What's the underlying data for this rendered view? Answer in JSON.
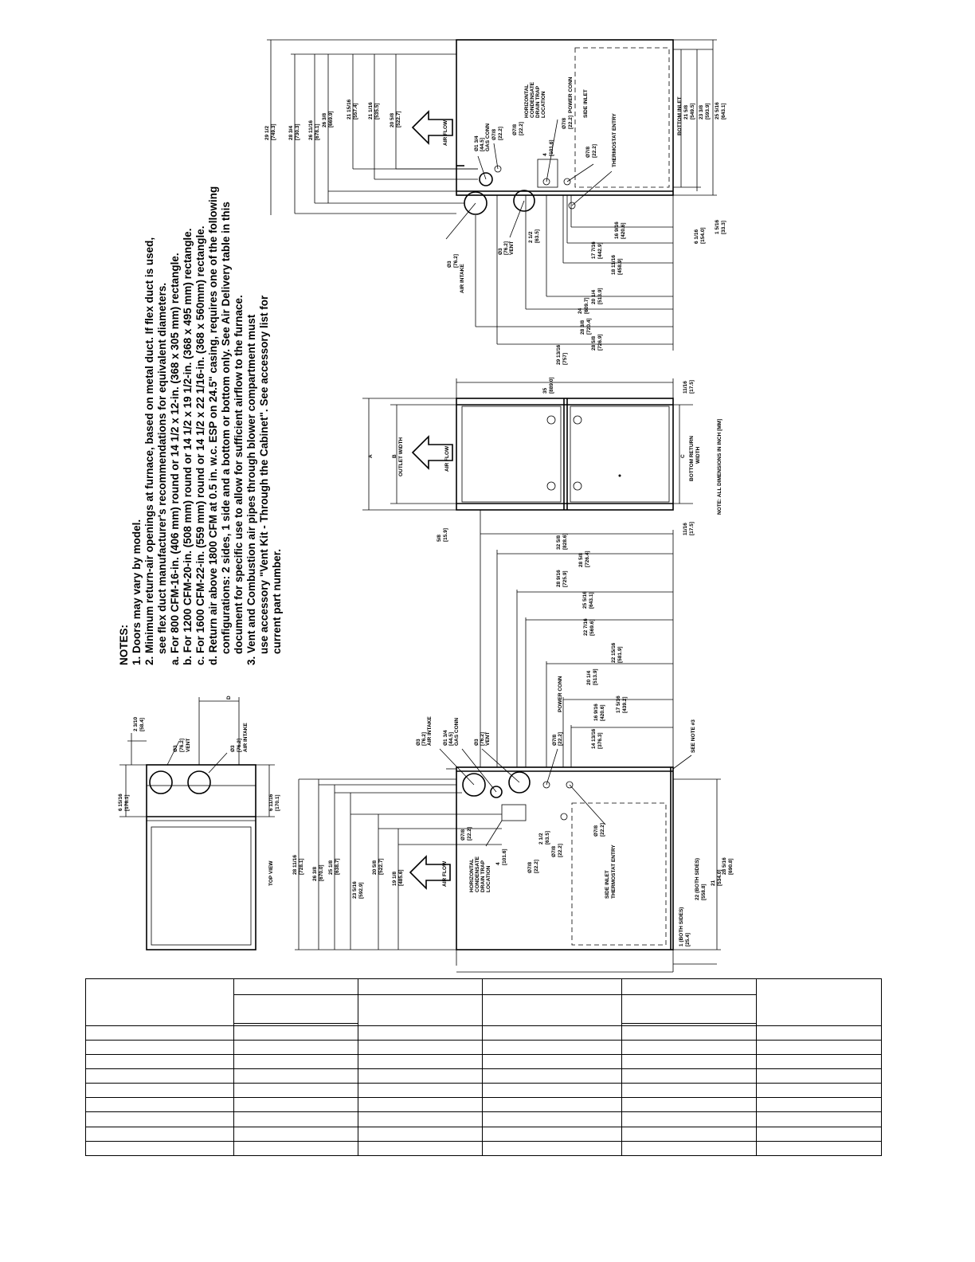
{
  "notes": {
    "heading": "NOTES:",
    "lines": [
      "1. Doors may vary by model.",
      "2. Minimum return-air openings at furnace, based on metal duct. If flex duct is used,",
      "see flex duct manufacturer's recommendations for equivalent diameters.",
      "a. For 800 CFM-16-in. (406 mm) round or 14 1/2 x 12-in. (368 x 305 mm) rectangle.",
      "b. For 1200 CFM-20-in. (508 mm) round or 14 1/2 x 19 1/2-in. (368 x 495 mm) rectangle.",
      "c. For 1600 CFM-22-in. (559 mm) round or 14 1/2 x 22 1/16-in. (368 x 560mm) rectangle.",
      "d. Return air above 1800 CFM at 0.5 in. w.c. ESP on 24.5\" casing, requires one of the following",
      "configurations: 2 sides, 1 side and a bottom or bottom only. See Air Delivery table in this",
      "document for specific use to allow for sufficient airflow to the furnace.",
      "3. Vent and Combustion air pipes through blower compartment must",
      "use accessory \"Vent Kit - Through the Cabinet\". See accessory list for",
      "current part number."
    ]
  },
  "top_view": {
    "title": "TOP VIEW",
    "dim_left": "6 15/16",
    "dim_left_mm": "[176.1]",
    "dim_right": "6 11/16",
    "dim_right_mm": "[170.1]",
    "dim_top": "2 3/10",
    "dim_top_mm": "[58.4]",
    "dim_d": "D",
    "vent": "Ø3",
    "vent_mm": "[76.2]",
    "vent_label": "VENT",
    "intake": "Ø3",
    "intake_mm": "[76.2]",
    "intake_label": "AIR INTAKE"
  },
  "left_side": {
    "air_flow": "AIR FLOW",
    "side_inlet": "SIDE INLET",
    "thermostat": "THERMOSTAT ENTRY",
    "condensate": [
      "HORIZONTAL",
      "CONDENSATE",
      "DRAIN TRAP",
      "LOCATION"
    ],
    "see_note": "SEE NOTE #3",
    "callouts": [
      {
        "t": "Ø3",
        "mm": "[76.2]",
        "l": "AIR INTAKE"
      },
      {
        "t": "Ø1 3/4",
        "mm": "[44.5]",
        "l": "GAS CONN"
      },
      {
        "t": "Ø3",
        "mm": "[76.2]",
        "l": "VENT"
      },
      {
        "t": "Ø7/8",
        "mm": "[22.2]",
        "l": "POWER CONN"
      }
    ],
    "verticals": [
      {
        "t": "28 11/16",
        "mm": "[728.1]"
      },
      {
        "t": "26 3/8",
        "mm": "[670.0]"
      },
      {
        "t": "25 1/8",
        "mm": "[638.7]"
      },
      {
        "t": "23 5/16",
        "mm": "[592.9]"
      },
      {
        "t": "20 5/8",
        "mm": "[522.7]"
      },
      {
        "t": "19 1/8",
        "mm": "[485.6]"
      }
    ],
    "small": [
      {
        "t": "Ø7/8",
        "mm": "[22.2]"
      },
      {
        "t": "4",
        "mm": "[101.6]"
      },
      {
        "t": "Ø7/8",
        "mm": "[22.2]"
      },
      {
        "t": "2 1/2",
        "mm": "[63.5]"
      },
      {
        "t": "Ø7/8",
        "mm": "[22.2]"
      },
      {
        "t": "Ø7/8",
        "mm": "[22.2]"
      }
    ],
    "bottom": [
      {
        "t": "1 (BOTH SIDES)",
        "mm": "[25.4]"
      },
      {
        "t": "22 (BOTH SIDES)",
        "mm": "[558.8]"
      },
      {
        "t": "21",
        "mm": "[534.0]"
      },
      {
        "t": "28 5/16",
        "mm": "[690.8]"
      }
    ],
    "horizontals": [
      {
        "t": "14 13/16",
        "mm": "[376.3]"
      },
      {
        "t": "16 9/16",
        "mm": "[420.6]"
      },
      {
        "t": "17 5/16",
        "mm": "[439.2]"
      },
      {
        "t": "20 1/4",
        "mm": "[513.9]"
      },
      {
        "t": "22 15/16",
        "mm": "[581.9]"
      },
      {
        "t": "22 7/16",
        "mm": "[569.6]"
      },
      {
        "t": "25 5/16",
        "mm": "[643.1]"
      },
      {
        "t": "28 9/16",
        "mm": "[725.9]"
      },
      {
        "t": "28 5/8",
        "mm": "[726.4]"
      },
      {
        "t": "32 5/8",
        "mm": "[828.6]"
      }
    ]
  },
  "front_view": {
    "dim_a": "A",
    "dim_b": "B",
    "outlet": "OUTLET WIDTH",
    "air_flow": "AIR FLOW",
    "dim_c": "C",
    "bottom_return": "BOTTOM RETURN",
    "width": "WIDTH",
    "height": "35",
    "height_mm": "[889.0]",
    "left_small": "5/8",
    "left_small_mm": "[15.9]",
    "right_top": "11/16",
    "right_top_mm": "[17.5]",
    "right_bottom": "11/16",
    "right_bottom_mm": "[17.5]",
    "note_dims": "NOTE: ALL DIMENSIONS IN INCH [MM]"
  },
  "right_side": {
    "air_flow": "AIR FLOW",
    "condensate": [
      "HORIZONTAL",
      "CONDENSATE",
      "DRAIN TRAP",
      "LOCATION"
    ],
    "side_inlet": "SIDE INLET",
    "thermostat": "THERMOSTAT ENTRY",
    "bottom_inlet": "BOTTOM INLET",
    "power": "POWER CONN",
    "air_intake": "AIR INTAKE",
    "verticals": [
      {
        "t": "29 1/2",
        "mm": "[749.3]"
      },
      {
        "t": "28 3/4",
        "mm": "[730.3]"
      },
      {
        "t": "26 11/16",
        "mm": "[678.1]"
      },
      {
        "t": "26 3/8",
        "mm": "[669.9]"
      },
      {
        "t": "21 15/16",
        "mm": "[557.4]"
      },
      {
        "t": "21 1/16",
        "mm": "[535.5]"
      },
      {
        "t": "20 5/8",
        "mm": "[522.7]"
      }
    ],
    "small": [
      {
        "t": "Ø1 3/4",
        "mm": "[44.5]",
        "l": "GAS CONN"
      },
      {
        "t": "Ø7/8",
        "mm": "[22.2]"
      },
      {
        "t": "Ø7/8",
        "mm": "[22.2]"
      },
      {
        "t": "4",
        "mm": "[101.6]"
      },
      {
        "t": "Ø7/8",
        "mm": "[22.2]"
      },
      {
        "t": "Ø7/8",
        "mm": "[22.2]"
      },
      {
        "t": "Ø3",
        "mm": "[76.2]",
        "l": "VENT"
      },
      {
        "t": "2 1/2",
        "mm": "[63.5]"
      },
      {
        "t": "Ø3",
        "mm": "[76.2]"
      }
    ],
    "bottom": [
      {
        "t": "21 5/8",
        "mm": "[549.5]"
      },
      {
        "t": "23 3/8",
        "mm": "[593.9]"
      },
      {
        "t": "25 5/16",
        "mm": "[643.1]"
      },
      {
        "t": "6 1/16",
        "mm": "[154.0]"
      },
      {
        "t": "1 5/16",
        "mm": "[33.3]"
      }
    ],
    "horizontals": [
      {
        "t": "17 7/16",
        "mm": "[442.9]"
      },
      {
        "t": "16 9/16",
        "mm": "[420.6]"
      },
      {
        "t": "18 11/16",
        "mm": "[458.9]"
      },
      {
        "t": "20 1/4",
        "mm": "[513.9]"
      },
      {
        "t": "24",
        "mm": "[609.7]"
      },
      {
        "t": "28 3/8",
        "mm": "[720.4]"
      },
      {
        "t": "28 5/8",
        "mm": "[726.9]"
      },
      {
        "t": "29 13/16",
        "mm": "[757]"
      }
    ]
  }
}
